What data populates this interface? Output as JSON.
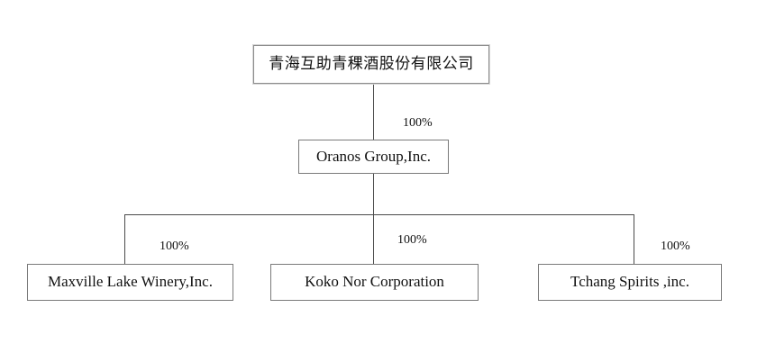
{
  "diagram": {
    "type": "organizational-ownership-chart",
    "background_color": "#ffffff",
    "box_border_color": "#7a7a7a",
    "connector_color": "#4a4a4a",
    "text_color": "#111111"
  },
  "nodes": {
    "root": {
      "label": "青海互助青稞酒股份有限公司",
      "level": 0
    },
    "oranos": {
      "label": "Oranos Group,Inc.",
      "level": 1
    },
    "maxville": {
      "label": "Maxville Lake Winery,Inc.",
      "level": 2
    },
    "koko": {
      "label": "Koko Nor Corporation",
      "level": 2
    },
    "tchang": {
      "label": "Tchang Spirits ,inc.",
      "level": 2
    }
  },
  "edges": {
    "root_to_oranos": {
      "ownership": "100%"
    },
    "oranos_to_maxville": {
      "ownership": "100%"
    },
    "oranos_to_koko": {
      "ownership": "100%"
    },
    "oranos_to_tchang": {
      "ownership": "100%"
    }
  }
}
